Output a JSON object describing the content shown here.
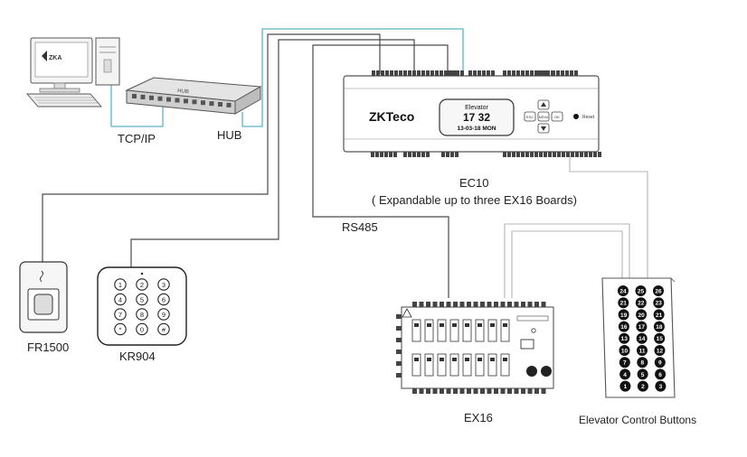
{
  "labels": {
    "tcpip": "TCP/IP",
    "hub": "HUB",
    "hub_device_text": "HUB",
    "ec10": "EC10",
    "ec10_note": "( Expandable up to three EX16 Boards)",
    "rs485": "RS485",
    "fr1500": "FR1500",
    "kr904": "KR904",
    "ex16": "EX16",
    "elevator_buttons": "Elevator Control Buttons"
  },
  "pc": {
    "logo": "ZKA"
  },
  "controller": {
    "brand": "ZKTeco",
    "screen_line1": "Elevator",
    "screen_time": "17 32",
    "screen_date": "13-03-18 MON",
    "key_esc": "ESC",
    "key_menu": "MENU",
    "key_ok": "OK",
    "reset": "Reset"
  },
  "keypad_keys": [
    "1",
    "2",
    "3",
    "4",
    "5",
    "6",
    "7",
    "8",
    "9",
    "*",
    "0",
    "#"
  ],
  "elevator_buttons": [
    [
      "24",
      "25",
      "26"
    ],
    [
      "21",
      "22",
      "23"
    ],
    [
      "19",
      "20",
      "21"
    ],
    [
      "16",
      "17",
      "18"
    ],
    [
      "13",
      "14",
      "15"
    ],
    [
      "10",
      "11",
      "12"
    ],
    [
      "7",
      "8",
      "9"
    ],
    [
      "4",
      "5",
      "6"
    ],
    [
      "1",
      "2",
      "3"
    ]
  ],
  "colors": {
    "network_cable": "#5bb5c9",
    "wire": "#4a4a4a",
    "light_wire": "#b5b5b5"
  }
}
